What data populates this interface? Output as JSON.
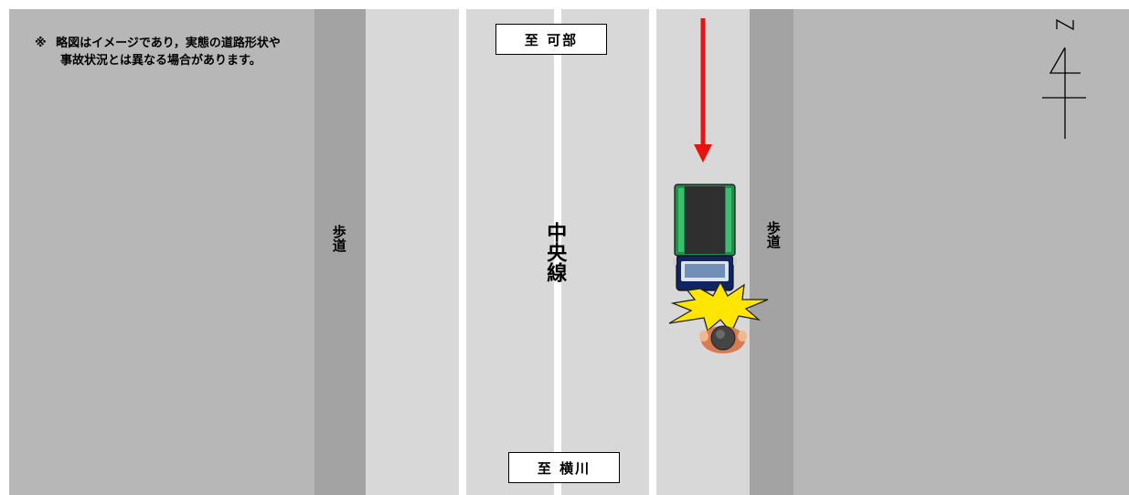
{
  "note": {
    "marker": "※",
    "line1": "略図はイメージであり，実態の道路形状や",
    "line2": "事故状況とは異なる場合があります。"
  },
  "labels": {
    "sidewalk_left": "歩道",
    "sidewalk_right": "歩道",
    "center_line": "中央線"
  },
  "signs": {
    "north_destination": "至 可部",
    "south_destination": "至 横川"
  },
  "icons": {
    "north_arrow": "north-arrow-icon",
    "direction_arrow": "red-down-arrow-icon",
    "vehicle": "truck-icon",
    "collision": "collision-burst-icon",
    "pedestrian": "pedestrian-icon"
  },
  "colors": {
    "land": "#b7b7b7",
    "sidewalk": "#a3a3a3",
    "road": "#d8d8d8",
    "line": "#ffffff",
    "arrow": "#e8130f",
    "truck_body": "#1e8f4c",
    "truck_cab": "#0f2460",
    "burst": "#ffe600",
    "pedestrian": "#d87a52"
  }
}
